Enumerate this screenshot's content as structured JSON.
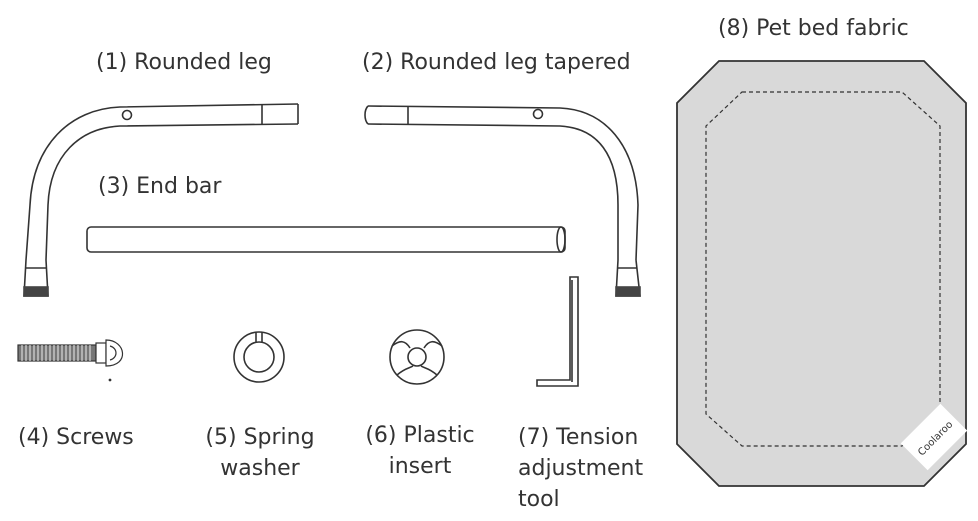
{
  "labels": {
    "part1": "(1) Rounded leg",
    "part2": "(2) Rounded leg tapered",
    "part3": "(3) End bar",
    "part4": "(4) Screws",
    "part5_line1": "(5) Spring",
    "part5_line2": "washer",
    "part6_line1": "(6) Plastic",
    "part6_line2": "insert",
    "part7_line1": "(7) Tension",
    "part7_line2": "adjustment",
    "part7_line3": "tool",
    "part8": "(8) Pet bed fabric"
  },
  "brand": {
    "logo_text": "Coolaroo"
  },
  "colors": {
    "stroke": "#333333",
    "fabric_fill": "#d9d9d9",
    "tip_fill": "#444444"
  }
}
